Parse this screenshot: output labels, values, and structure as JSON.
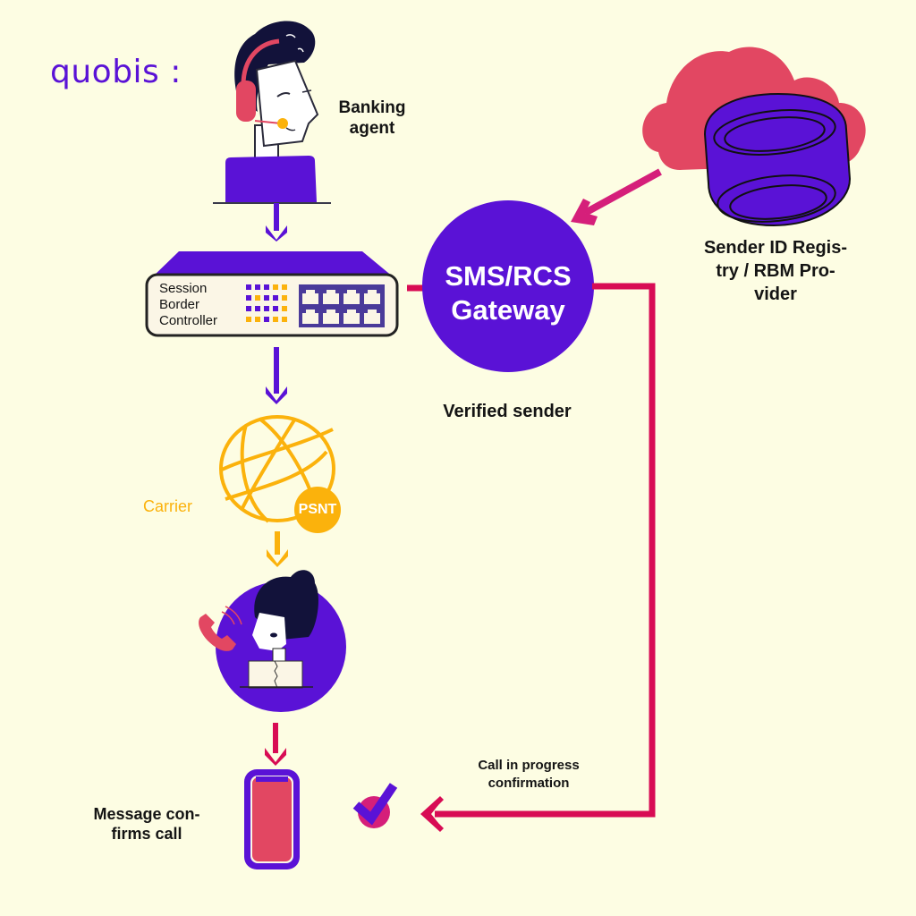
{
  "brand": {
    "logo_text": "quobis :"
  },
  "colors": {
    "background": "#fdfde3",
    "purple": "#5a12d6",
    "magenta": "#d80c54",
    "pink_arrow": "#d51f7a",
    "coral": "#e24762",
    "amber": "#fbb20c",
    "ink": "#141414"
  },
  "nodes": {
    "banking_agent": {
      "label": "Banking agent",
      "line1": "Banking",
      "line2": "agent"
    },
    "sbc": {
      "line1": "Session",
      "line2": "Border",
      "line3": "Controller"
    },
    "gateway": {
      "line1": "SMS/RCS",
      "line2": "Gateway",
      "caption": "Verified sender"
    },
    "registry": {
      "line1": "Sender ID Regis-",
      "line2": "try / RBM Pro-",
      "line3": "vider"
    },
    "carrier": {
      "label": "Carrier",
      "badge": "PSNT"
    },
    "customer": {
      "label": ""
    },
    "phone": {
      "line1": "Message con-",
      "line2": "firms call"
    },
    "confirmation": {
      "line1": "Call in progress",
      "line2": "confirmation"
    }
  },
  "edges": [
    {
      "from": "banking_agent",
      "to": "sbc"
    },
    {
      "from": "sbc",
      "to": "carrier"
    },
    {
      "from": "carrier",
      "to": "customer"
    },
    {
      "from": "customer",
      "to": "phone"
    },
    {
      "from": "registry",
      "to": "gateway"
    },
    {
      "from": "sbc",
      "to": "gateway"
    },
    {
      "from": "gateway",
      "to": "confirmation",
      "label": "Call in progress confirmation"
    }
  ]
}
